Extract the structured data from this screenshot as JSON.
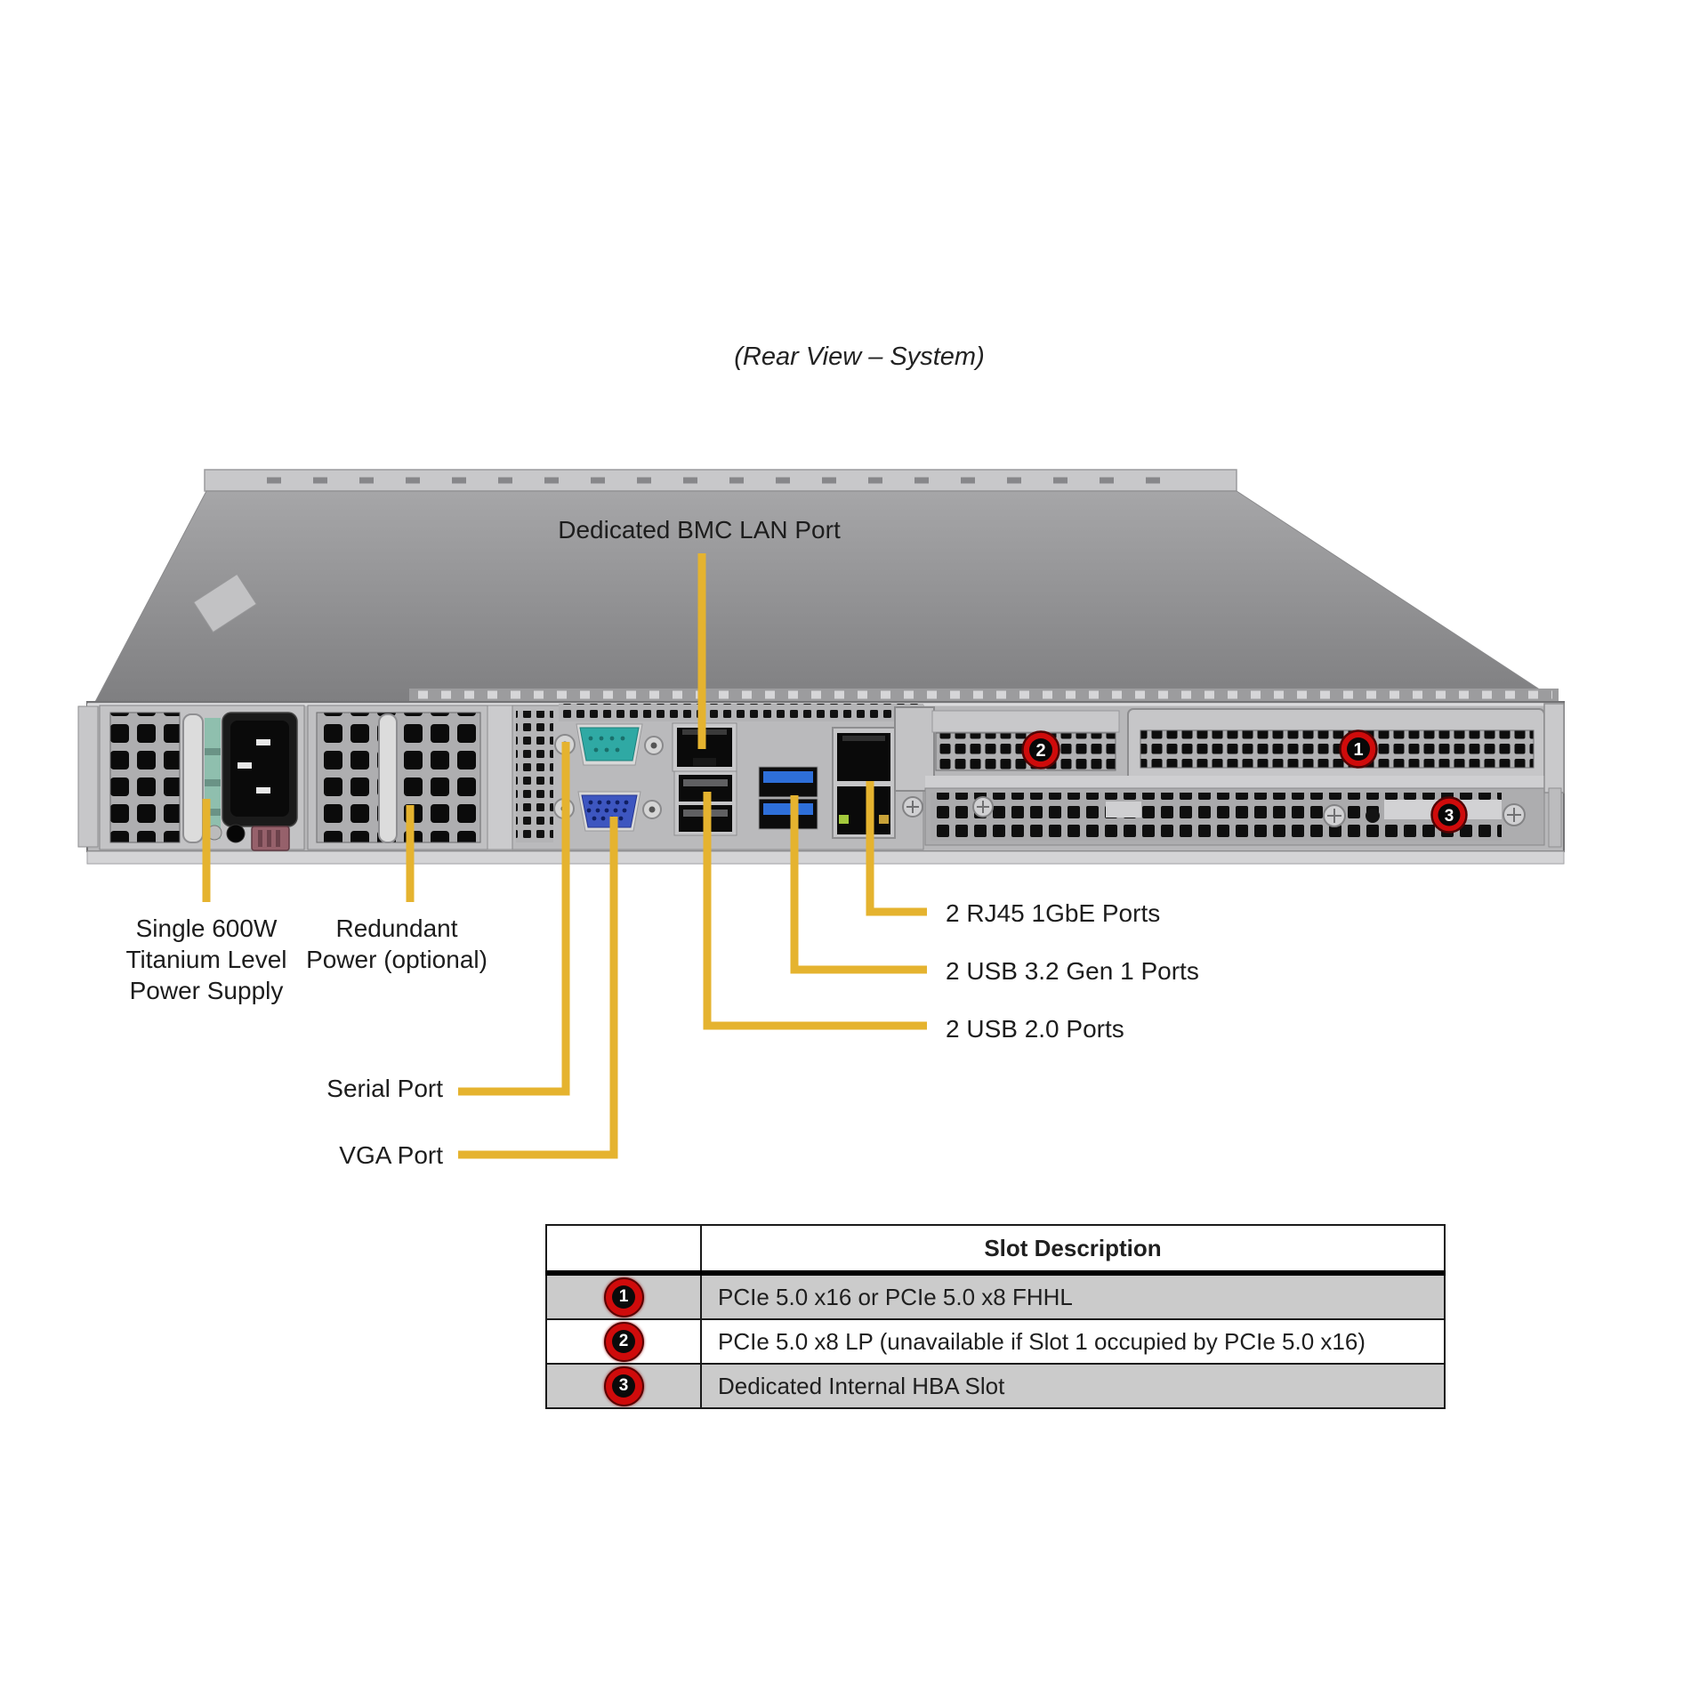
{
  "title": "(Rear View – System)",
  "colors": {
    "leader": "#E5B32F",
    "callout_red": "#CF0B0B",
    "serial_teal": "#2FA9A4",
    "vga_blue": "#3D56C0",
    "usb3_blue": "#2E6FD9"
  },
  "labels": {
    "bmc_lan": "Dedicated BMC LAN Port",
    "psu": "Single 600W\nTitanium Level\nPower Supply",
    "redundant": "Redundant\nPower (optional)",
    "rj45": "2 RJ45 1GbE Ports",
    "usb32": "2 USB 3.2 Gen 1 Ports",
    "usb20": "2 USB 2.0 Ports",
    "serial": "Serial Port",
    "vga": "VGA Port"
  },
  "chassis": {
    "callout_1": "1",
    "callout_2": "2",
    "callout_3": "3"
  },
  "table": {
    "header": "Slot Description",
    "rows": [
      {
        "num": "1",
        "desc": "PCIe 5.0 x16 or PCIe 5.0 x8 FHHL"
      },
      {
        "num": "2",
        "desc": "PCIe 5.0 x8 LP (unavailable if Slot 1 occupied by PCIe 5.0 x16)"
      },
      {
        "num": "3",
        "desc": "Dedicated Internal HBA Slot"
      }
    ]
  }
}
